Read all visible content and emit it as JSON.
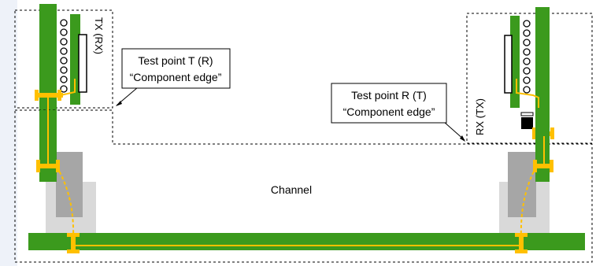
{
  "labels": {
    "tx_module": "TX (RX)",
    "rx_module": "RX (TX)",
    "channel": "Channel",
    "test_point_left_line1": "Test point T (R)",
    "test_point_left_line2": "“Component edge”",
    "test_point_right_line1": "Test point R (T)",
    "test_point_right_line2": "“Component edge”"
  },
  "colors": {
    "board_green": "#3b9a1d",
    "trace_yellow": "#ffc000",
    "connector_dark_gray": "#a6a6a6",
    "connector_light_gray": "#d9d9d9",
    "dashed_outline": "#000000",
    "background_left_tint": "#eef2f9"
  }
}
